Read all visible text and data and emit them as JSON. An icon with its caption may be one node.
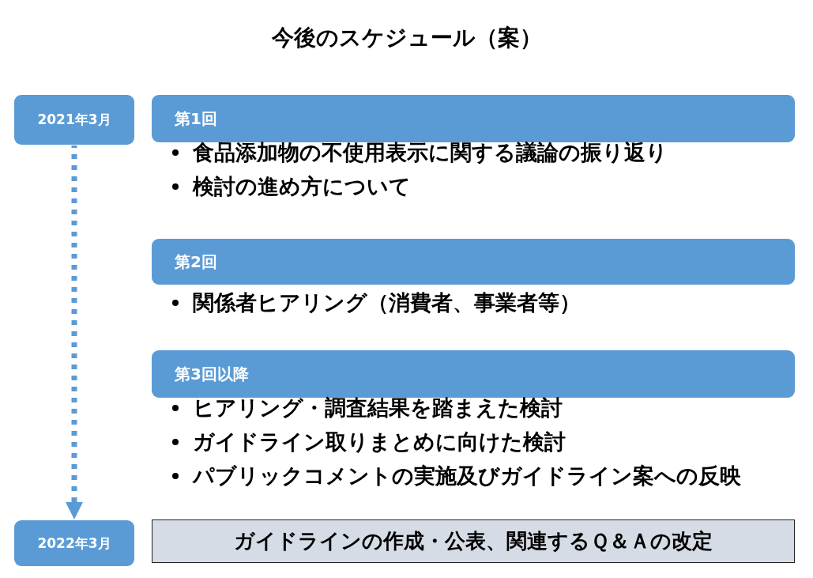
{
  "diagram": {
    "title": "今後のスケジュール（案）",
    "nodes": [
      {
        "text": [
          "2021年3月"
        ]
      },
      {
        "text": [
          "第1回"
        ],
        "beside": [
          "食品添加物の不使用表示に関する議論の振り返り",
          "検討の進め方について"
        ]
      },
      {
        "text": [
          "第2回"
        ],
        "beside": [
          "関係者ヒアリング（消費者、事業者等）"
        ]
      },
      {
        "text": [
          "第3回以降"
        ],
        "beside": [
          "ヒアリング・調査結果を踏まえた検討",
          "ガイドライン取りまとめに向けた検討",
          "パブリックコメントの実施及びガイドライン案への反映"
        ]
      },
      {
        "text": [
          "2022年3月"
        ]
      },
      {
        "text": [
          "ガイドラインの作成・公表、関連するＱ＆Ａの改定"
        ]
      }
    ],
    "edges": [
      {
        "from": 0,
        "to": 4,
        "arrow": "to",
        "style": "dashed"
      }
    ]
  }
}
